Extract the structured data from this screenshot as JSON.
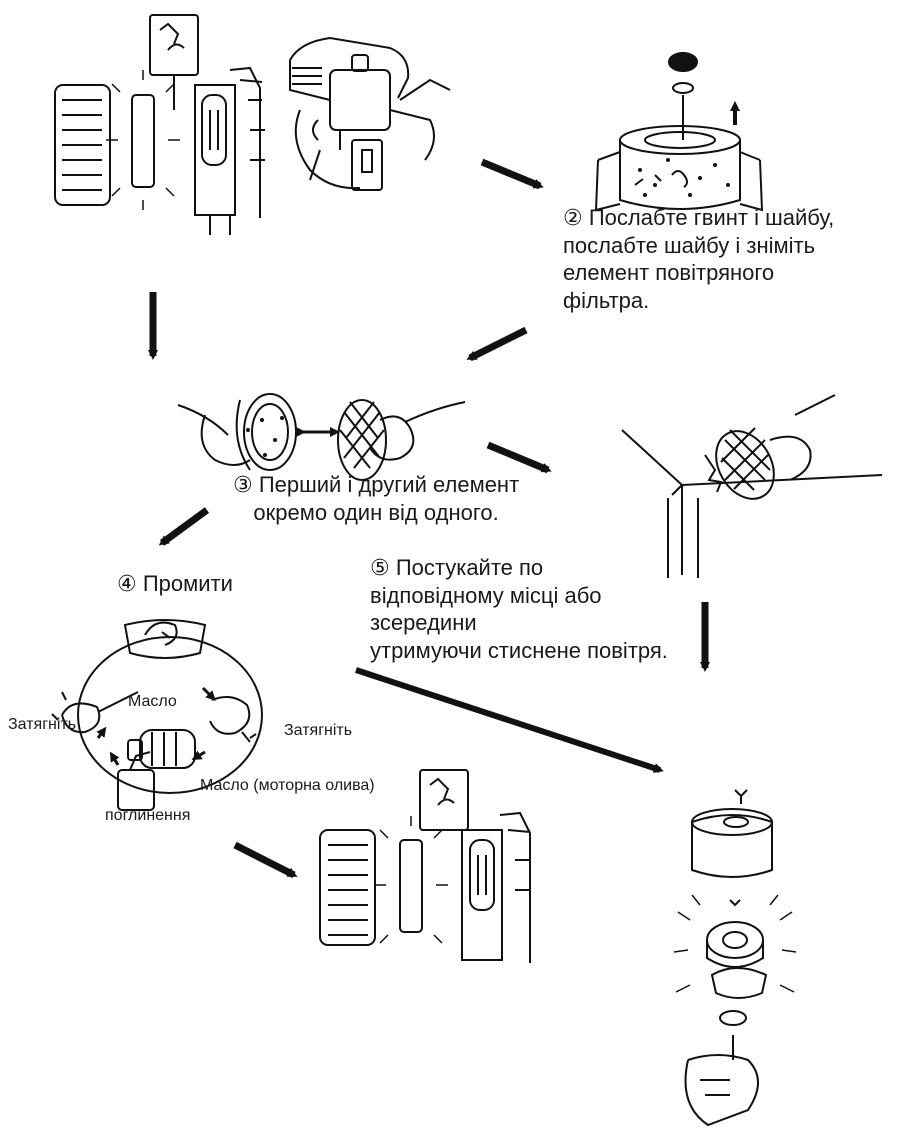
{
  "steps": {
    "step2": {
      "line1": "② Послабте гвинт і шайбу,",
      "line2": "послабте шайбу і зніміть",
      "line3": "елемент повітряного",
      "line4": "фільтра."
    },
    "step3": {
      "line1": "③ Перший і другий елемент",
      "line2": "окремо один від одного."
    },
    "step4": {
      "title": "④ Промити"
    },
    "step5": {
      "line1": "⑤ Постукайте по",
      "line2": "відповідному місці або",
      "line3": "зсередини",
      "line4": "утримуючи стиснене повітря."
    }
  },
  "wash_cycle": {
    "oil": "Масло",
    "tighten_left": "Затягніть",
    "tighten_right": "Затягніть",
    "engine_oil": "Масло (моторна олива)",
    "absorption": "поглинення"
  }
}
